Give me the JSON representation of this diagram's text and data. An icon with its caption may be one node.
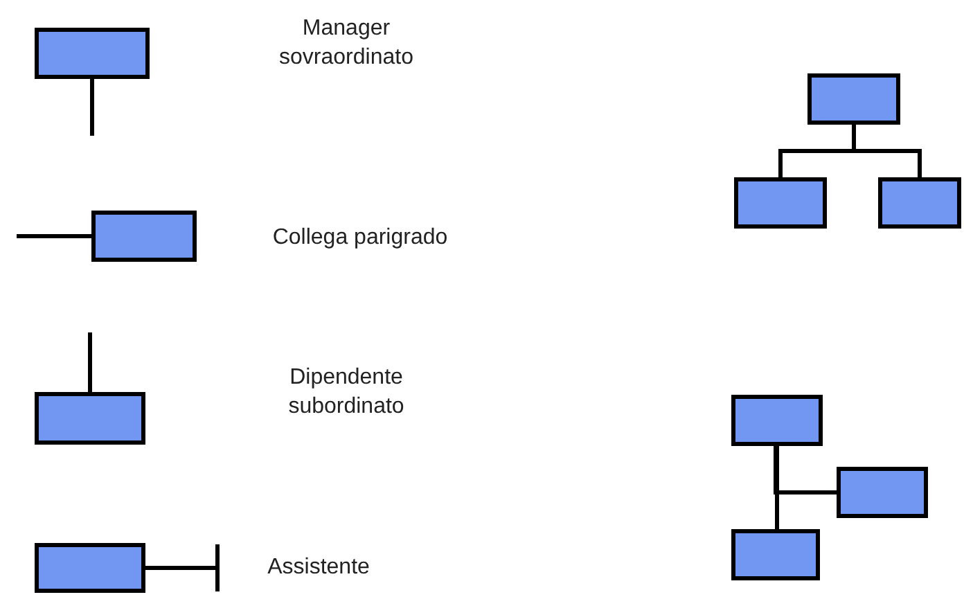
{
  "diagram": {
    "nodes": [
      {
        "text": [],
        "shape": "box"
      },
      {
        "text": [],
        "shape": "box"
      },
      {
        "text": [],
        "shape": "box"
      },
      {
        "text": [],
        "shape": "box"
      },
      {
        "text": [],
        "shape": "box"
      },
      {
        "text": [],
        "shape": "box"
      },
      {
        "text": [],
        "shape": "box"
      },
      {
        "text": [],
        "shape": "box"
      },
      {
        "text": [],
        "shape": "box"
      },
      {
        "text": [],
        "shape": "box"
      }
    ],
    "edges": [
      {
        "from": 0,
        "to": null,
        "arrow": "none"
      },
      {
        "from": 1,
        "to": null,
        "arrow": "none"
      },
      {
        "from": 2,
        "to": null,
        "arrow": "none"
      },
      {
        "from": 3,
        "to": null,
        "arrow": "other"
      },
      {
        "from": 4,
        "to": 5,
        "arrow": "none"
      },
      {
        "from": 4,
        "to": 6,
        "arrow": "none"
      },
      {
        "from": 7,
        "to": 9,
        "arrow": "none"
      },
      {
        "from": 7,
        "to": 8,
        "arrow": "none"
      }
    ],
    "labels": [
      "Manager sovraordinato",
      "Collega parigrado",
      "Dipendente subordinato",
      "Assistente"
    ]
  }
}
